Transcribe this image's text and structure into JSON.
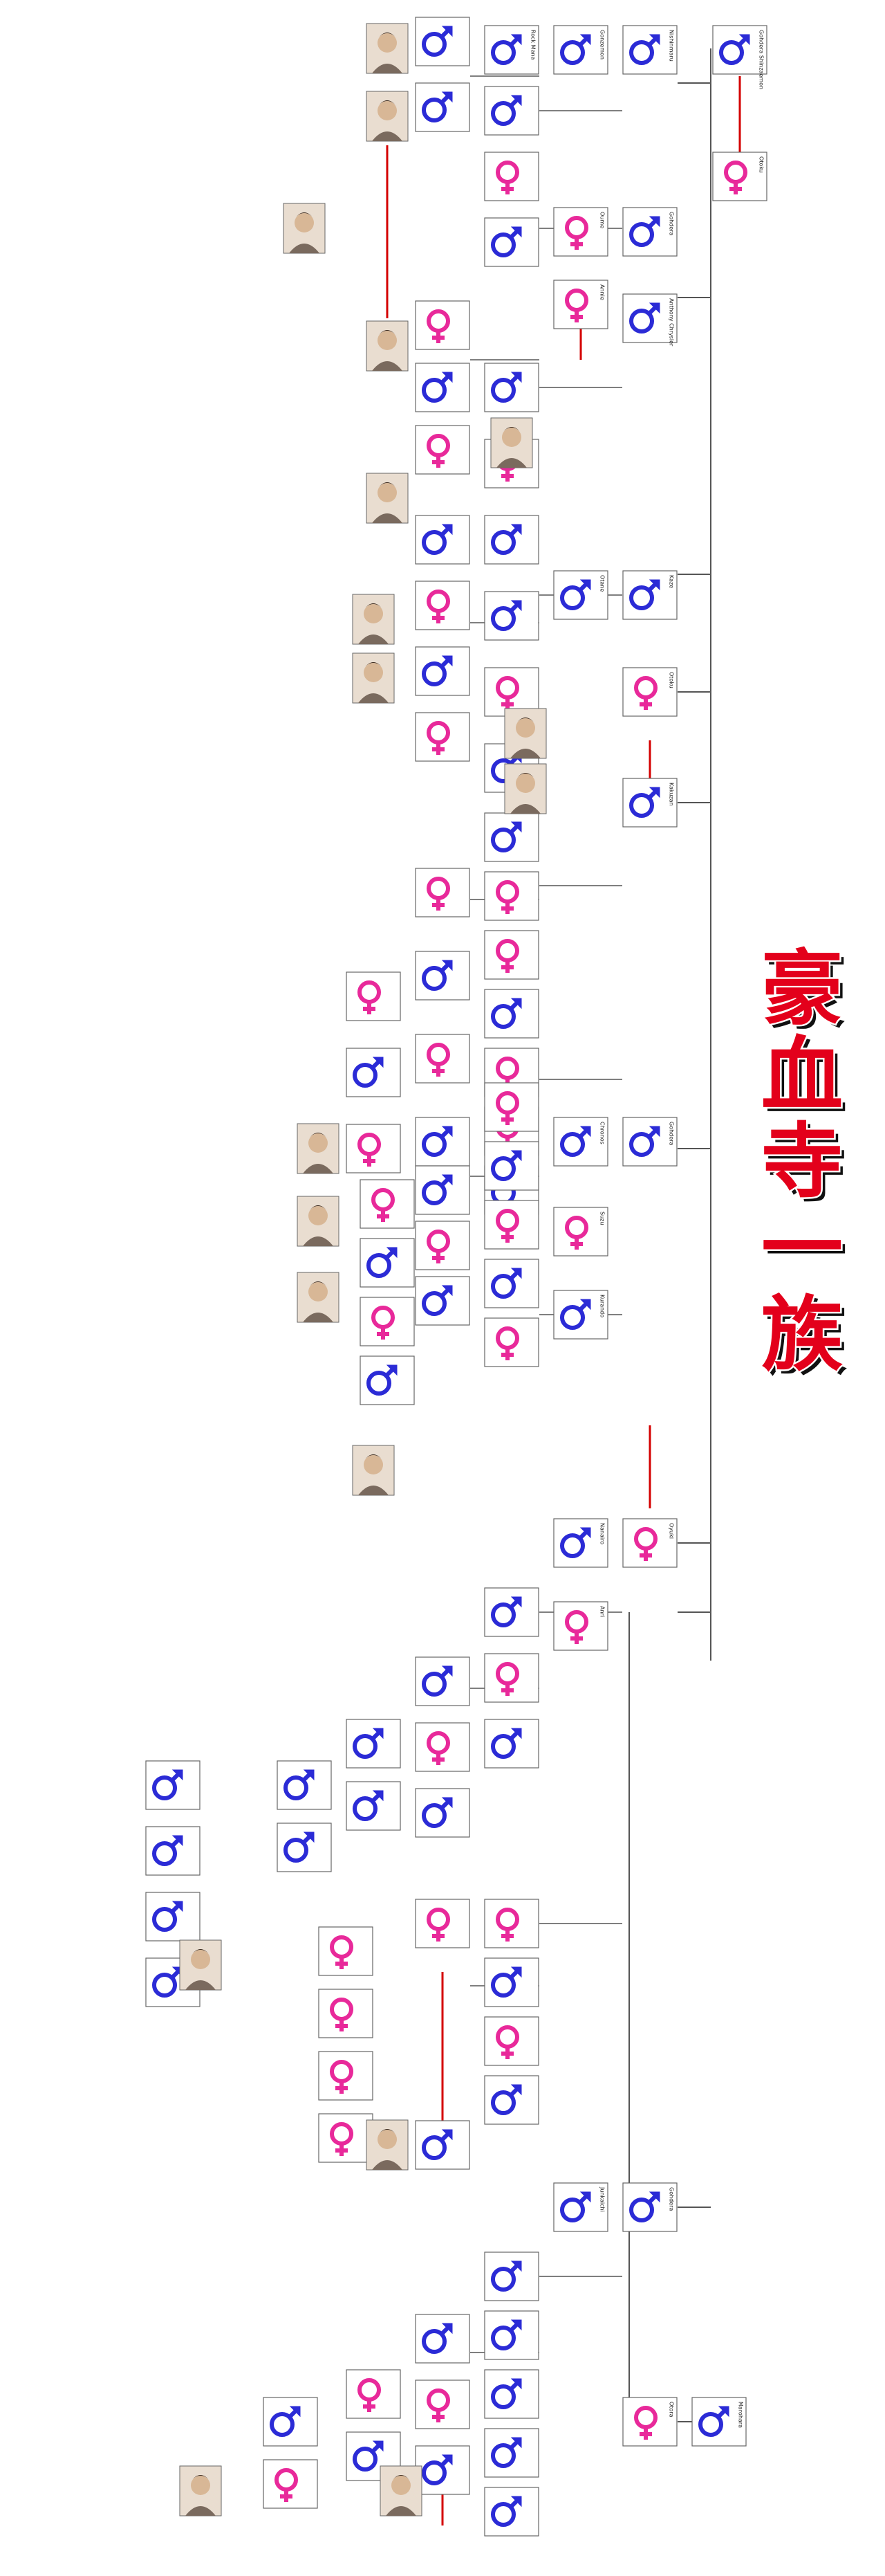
{
  "logo": {
    "text": "豪血寺一族",
    "fill_color": "#e3001b",
    "outline_color": "#ffffff",
    "shadow_color": "#111111"
  },
  "colors": {
    "male_symbol": "#2b2bd6",
    "female_symbol": "#e8299a",
    "marriage_line": "#d40000",
    "line": "#555555",
    "box_border": "#666666"
  },
  "icons": {
    "male": "mars-icon",
    "female": "venus-icon",
    "portrait": "portrait-icon"
  },
  "nodes": [
    {
      "id": "n1",
      "sex": "male",
      "name": "Gohdera Shinzaemon"
    },
    {
      "id": "n2",
      "sex": "female",
      "name": "Otoku"
    },
    {
      "id": "n3",
      "sex": "male",
      "name": "Nishinmaru"
    },
    {
      "id": "n4",
      "sex": "male",
      "name": "Gonzemon"
    },
    {
      "id": "n5",
      "sex": "male",
      "name": "Rock Mana"
    },
    {
      "id": "n6",
      "sex": "male",
      "name": "Gohdera"
    },
    {
      "id": "n7",
      "sex": "female",
      "name": "Oume"
    },
    {
      "id": "n8",
      "sex": "male",
      "name": "Anthony Chrysler"
    },
    {
      "id": "n9",
      "sex": "female",
      "name": "Annie"
    },
    {
      "id": "n10",
      "sex": "male",
      "name": "Kaze"
    },
    {
      "id": "n11",
      "sex": "male",
      "name": "Otane"
    },
    {
      "id": "n12",
      "sex": "female",
      "name": "Otoku"
    },
    {
      "id": "n13",
      "sex": "male",
      "name": "Kakuzan"
    },
    {
      "id": "n14",
      "sex": "male",
      "name": "Gohdera"
    },
    {
      "id": "n15",
      "sex": "male",
      "name": "Chronos"
    },
    {
      "id": "n16",
      "sex": "female",
      "name": "Suzu"
    },
    {
      "id": "n17",
      "sex": "male",
      "name": "Kurando"
    },
    {
      "id": "n18",
      "sex": "female",
      "name": "Oyuki"
    },
    {
      "id": "n19",
      "sex": "male",
      "name": "Nanairo"
    },
    {
      "id": "n20",
      "sex": "female",
      "name": "Anri"
    },
    {
      "id": "n21",
      "sex": "male",
      "name": "Marohara"
    },
    {
      "id": "n22",
      "sex": "female",
      "name": "Otora"
    },
    {
      "id": "n23",
      "sex": "male",
      "name": "Gohdera"
    },
    {
      "id": "n24",
      "sex": "male",
      "name": "Junkaichi"
    }
  ]
}
